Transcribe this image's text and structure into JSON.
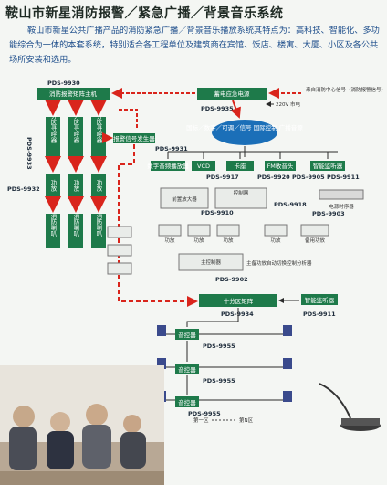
{
  "title": "鞍山市新星消防报警／紧急广播／背景音乐系统",
  "intro": "鞍山市新星公共广播产品的消防紧急广播／背景音乐播放系统其特点为：高科技、智能化、多功能综合为一体的本套系统，特别适合各工程单位及建筑商在宾馆、饭店、楼寓、大厦、小区及各公共场所安装和选用。",
  "nodes": {
    "fire_matrix": "消防报警矩阵主机",
    "storage_power": "蓄电应急电源",
    "alarm_generator": "报警信号发生器",
    "zone_caller": "分区寻呼器",
    "power_amp": "功放",
    "fire_speaker": "消防喇叭",
    "center_box": "国标／数字／可调／信号 国际控制 广播音源",
    "digital_player": "数字音频播放器",
    "vcd": "VCD",
    "tape": "卡座",
    "fm_tuner": "FM收音头",
    "mixer": "前置放大器",
    "control_panel": "控制器",
    "page_station": "电源时序器",
    "amp_module": "功放",
    "backup_amp": "备用功放",
    "main_controller": "主控制器",
    "ten_zone_matrix": "十分区矩阵",
    "smart_monitor": "智能监听器",
    "zone_amp": "音控器"
  },
  "labels": {
    "input_signal": "来自消防中心信号（消防报警信号）",
    "ac_power": "220V 市电",
    "controller_note": "主备功放自动切换控制分析器",
    "zone_first": "第一区",
    "zone_last": "第N区"
  },
  "codes": [
    "PDS-9930",
    "PDS-9935",
    "PDS-9933",
    "PDS-9932",
    "PDS-9931",
    "PDS-9917",
    "PDS-9920",
    "PDS-9905",
    "PDS-9911",
    "PDS-9910",
    "PDS-9918",
    "PDS-9903",
    "PDS-9902",
    "PDS-9934",
    "PDS-9911",
    "PDS-9955",
    "PDS-9955",
    "PDS-9955"
  ]
}
